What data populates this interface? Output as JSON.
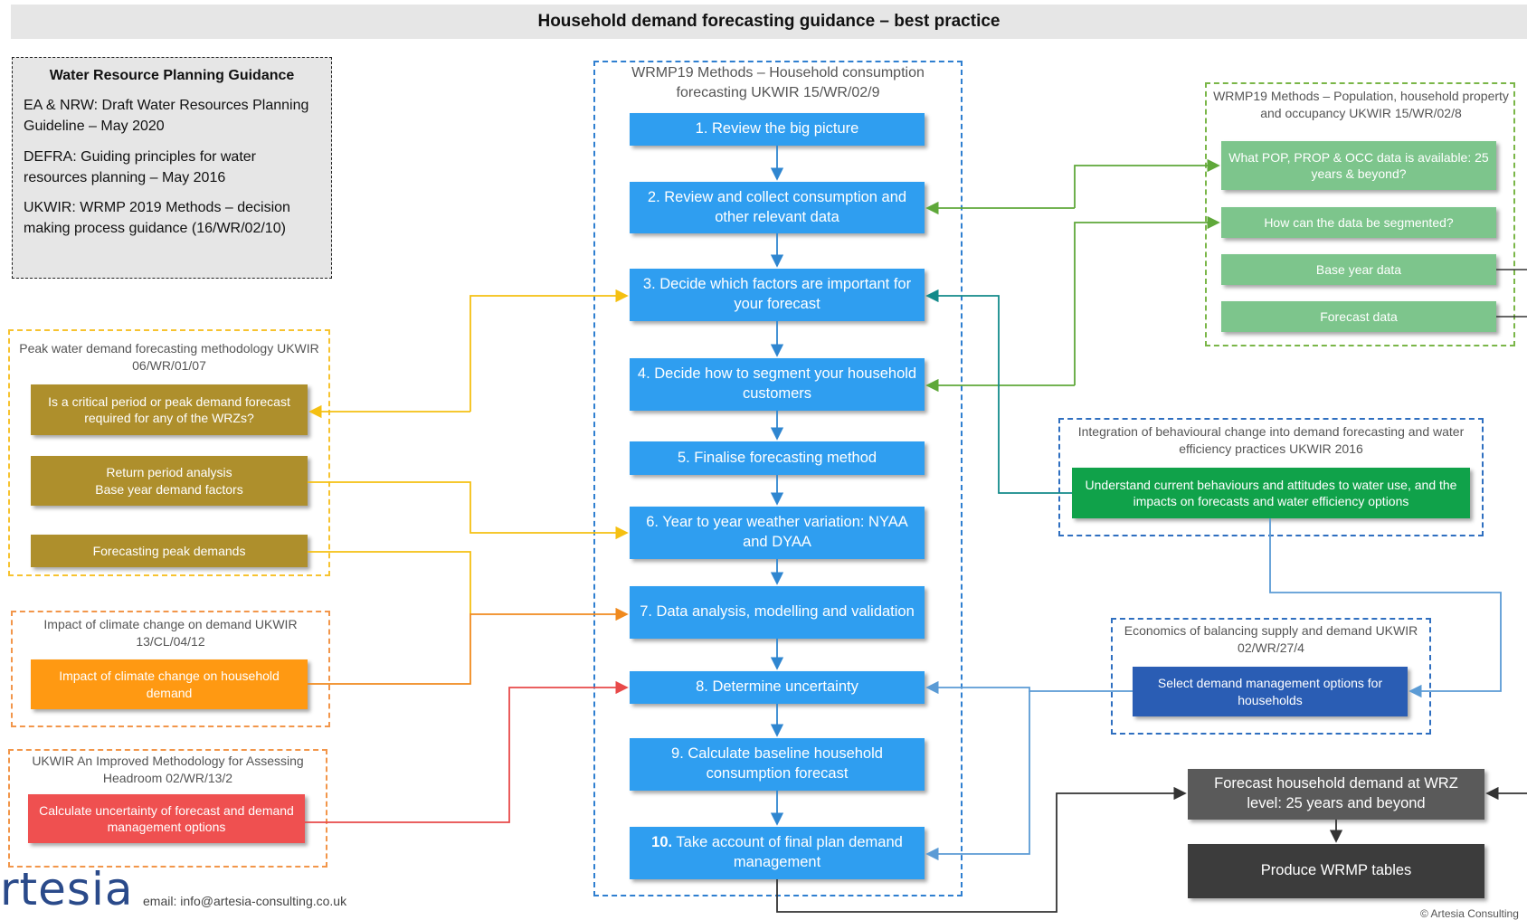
{
  "title": "Household demand forecasting guidance – best practice",
  "guidance": {
    "heading": "Water Resource Planning Guidance",
    "items": [
      "EA & NRW: Draft Water Resources Planning Guideline – May 2020",
      "DEFRA: Guiding principles for water resources planning – May 2016",
      "UKWIR: WRMP 2019 Methods – decision making process guidance (16/WR/02/10)"
    ]
  },
  "central": {
    "label": "WRMP19 Methods – Household consumption forecasting UKWIR 15/WR/02/9",
    "steps": [
      {
        "num": "",
        "text": "1. Review the big picture"
      },
      {
        "num": "",
        "text": "2. Review and collect consumption and other relevant data"
      },
      {
        "num": "",
        "text": "3. Decide which factors are important for your forecast"
      },
      {
        "num": "",
        "text": "4. Decide how to segment your household customers"
      },
      {
        "num": "",
        "text": "5. Finalise forecasting method"
      },
      {
        "num": "",
        "text": "6. Year to year weather variation: NYAA and DYAA"
      },
      {
        "num": "",
        "text": "7. Data analysis, modelling and validation"
      },
      {
        "num": "",
        "text": "8. Determine uncertainty"
      },
      {
        "num": "",
        "text": "9. Calculate baseline household consumption forecast"
      },
      {
        "num": "10.",
        "text": " Take account of final plan demand management"
      }
    ]
  },
  "peak": {
    "label": "Peak water demand forecasting methodology UKWIR 06/WR/01/07",
    "boxes": [
      "Is a critical period or peak demand forecast required for any of the WRZs?",
      "Return period analysis\nBase year demand factors",
      "Forecasting peak demands"
    ]
  },
  "climate": {
    "label": "Impact of climate change on demand UKWIR 13/CL/04/12",
    "box": "Impact of climate change on household demand"
  },
  "headroom": {
    "label": "UKWIR An Improved Methodology for Assessing Headroom 02/WR/13/2",
    "box": "Calculate uncertainty of forecast and demand management options"
  },
  "population": {
    "label": "WRMP19 Methods – Population, household property and occupancy UKWIR 15/WR/02/8",
    "boxes": [
      "What POP, PROP & OCC data is available: 25 years & beyond?",
      "How can the data be segmented?",
      "Base year data",
      "Forecast data"
    ]
  },
  "behaviour": {
    "label": "Integration of behavioural change into demand forecasting and water efficiency practices UKWIR 2016",
    "box": "Understand current behaviours and attitudes to water use, and the impacts on forecasts and water efficiency options"
  },
  "economics": {
    "label": "Economics of balancing supply and demand UKWIR 02/WR/27/4",
    "box": "Select demand management options for households"
  },
  "outputs": {
    "forecast": "Forecast household demand at WRZ level: 25 years and beyond",
    "tables": "Produce WRMP tables"
  },
  "footer": {
    "logo": "rtesia",
    "email": "email: info@artesia-consulting.co.uk",
    "copyright": "© Artesia Consulting"
  },
  "colors": {
    "step_blue": "#2f9ef0",
    "olive": "#ae8f2c",
    "orange": "#ff9912",
    "red": "#ef5050",
    "light_green": "#7dc58c",
    "dark_green": "#10a24a",
    "dark_blue": "#2a5db4",
    "teal_line": "#138a8a",
    "yellow_line": "#f5c012"
  }
}
